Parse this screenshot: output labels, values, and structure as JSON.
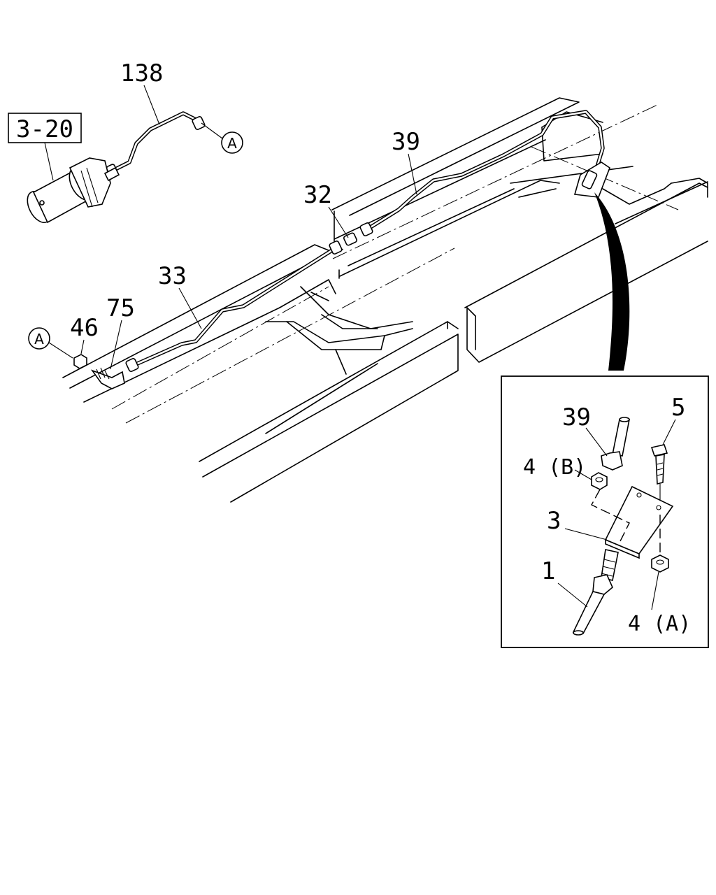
{
  "diagram": {
    "ref_box_label": "3-20",
    "callouts": {
      "p138": "138",
      "p39": "39",
      "p32": "32",
      "p33": "33",
      "p75": "75",
      "p46": "46",
      "inset_39": "39",
      "inset_5": "5",
      "inset_4b": "4 (B)",
      "inset_3": "3",
      "inset_1": "1",
      "inset_4a": "4 (A)"
    },
    "connector_marks": {
      "a_top": "A",
      "a_left": "A"
    }
  }
}
